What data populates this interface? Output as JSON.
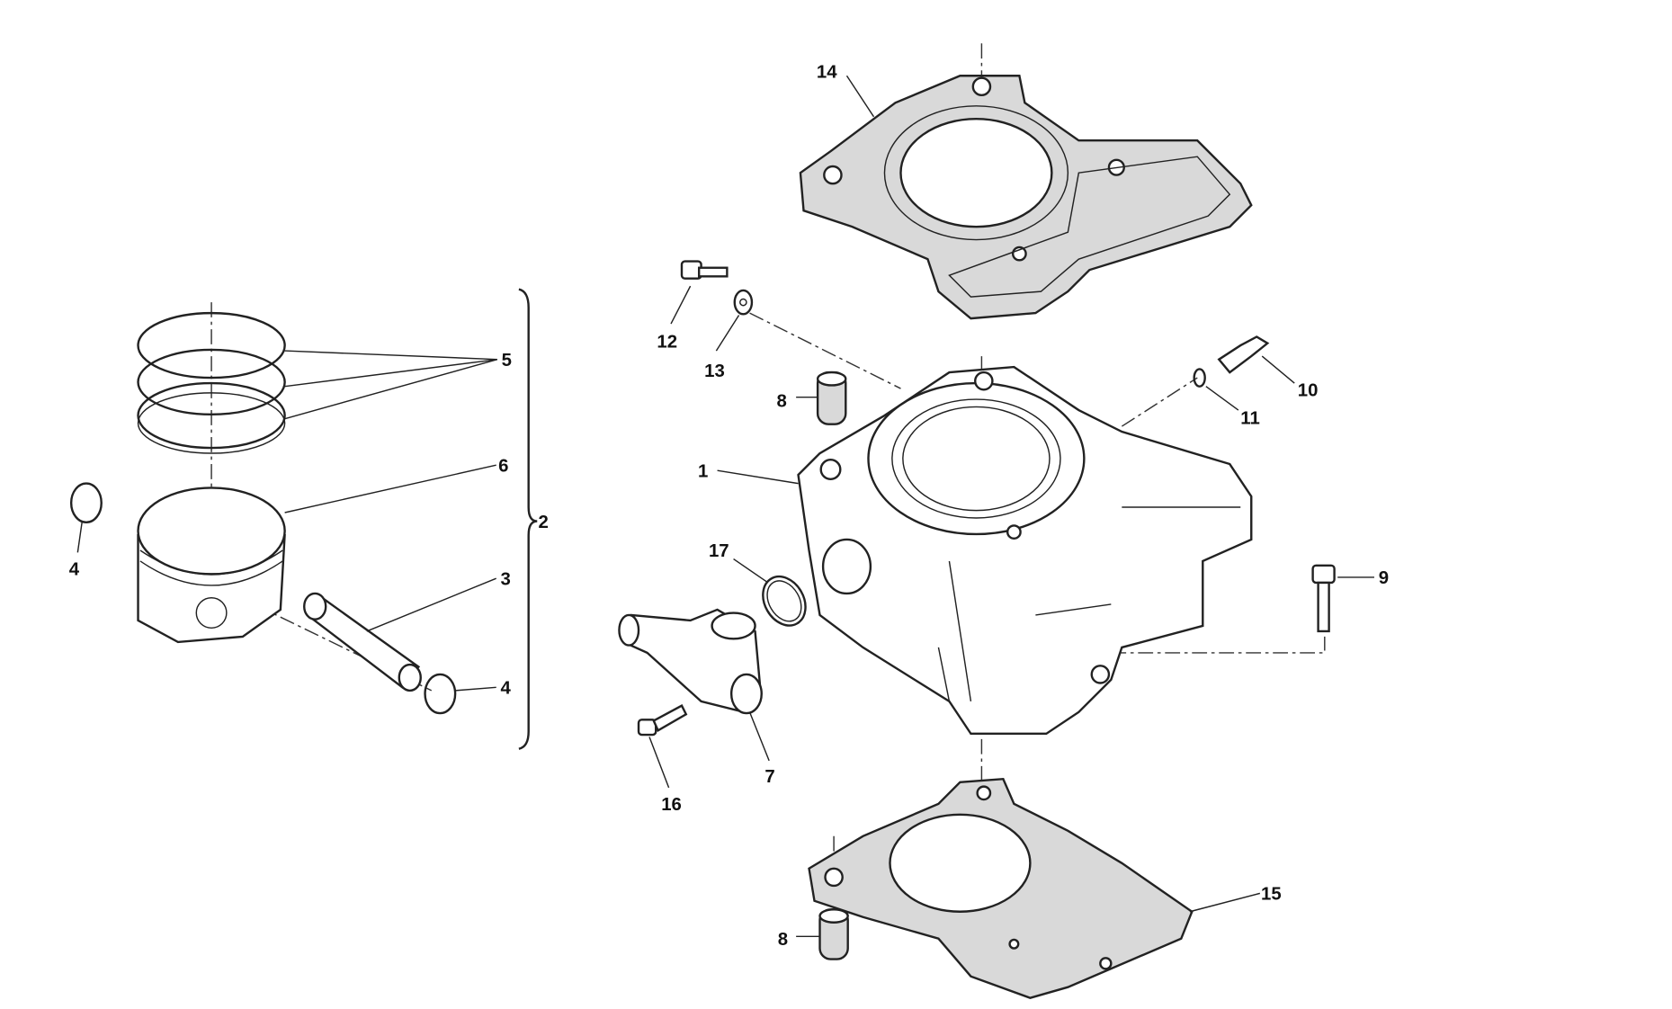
{
  "diagram": {
    "title": "Cylinder and piston exploded parts diagram",
    "callouts": [
      "14",
      "12",
      "13",
      "8",
      "10",
      "11",
      "1",
      "5",
      "6",
      "2",
      "4",
      "3",
      "4",
      "17",
      "9",
      "7",
      "16",
      "15",
      "8"
    ],
    "colors": {
      "line": "#222222",
      "gasket_fill": "#d9d9d9",
      "background": "#ffffff"
    }
  }
}
